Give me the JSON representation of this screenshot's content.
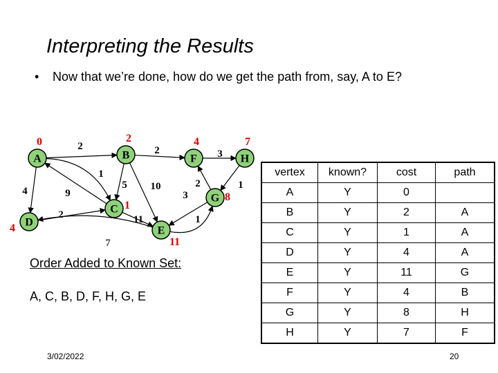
{
  "slide": {
    "title": "Interpreting the Results",
    "bullet": "Now that we’re done, how do we get the path from, say, A to E?",
    "bullet_marker": "•",
    "date": "3/02/2022",
    "page_number": "20"
  },
  "graph": {
    "nodes": [
      {
        "id": "A",
        "label": "A",
        "cost": "0"
      },
      {
        "id": "B",
        "label": "B",
        "cost": "2"
      },
      {
        "id": "C",
        "label": "C",
        "cost": "1"
      },
      {
        "id": "D",
        "label": "D",
        "cost": "4"
      },
      {
        "id": "E",
        "label": "E",
        "cost": "11"
      },
      {
        "id": "F",
        "label": "F",
        "cost": "4"
      },
      {
        "id": "G",
        "label": "G",
        "cost": "8"
      },
      {
        "id": "H",
        "label": "H",
        "cost": "7"
      }
    ],
    "edges": [
      {
        "from": "A",
        "to": "B",
        "weight": "2"
      },
      {
        "from": "B",
        "to": "F",
        "weight": "2"
      },
      {
        "from": "F",
        "to": "H",
        "weight": "3"
      },
      {
        "from": "H",
        "to": "G",
        "weight": "1"
      },
      {
        "from": "G",
        "to": "F",
        "weight": "2"
      },
      {
        "from": "G",
        "to": "E",
        "weight": "3"
      },
      {
        "from": "E",
        "to": "G",
        "weight": "1"
      },
      {
        "from": "A",
        "to": "C",
        "weight": "1"
      },
      {
        "from": "B",
        "to": "C",
        "weight": "5"
      },
      {
        "from": "B",
        "to": "E",
        "weight": "10"
      },
      {
        "from": "C",
        "to": "A",
        "weight": "9"
      },
      {
        "from": "A",
        "to": "D",
        "weight": "4"
      },
      {
        "from": "D",
        "to": "C",
        "weight": "2"
      },
      {
        "from": "C",
        "to": "E",
        "weight": "11"
      },
      {
        "from": "E",
        "to": "D",
        "weight": "7"
      }
    ],
    "colors": {
      "node_fill": "#8fd27a",
      "cost": "#e00000",
      "edge": "#000000"
    }
  },
  "order": {
    "heading": "Order Added to Known Set:",
    "list": "A, C, B, D, F, H, G, E"
  },
  "table": {
    "headers": [
      "vertex",
      "known?",
      "cost",
      "path"
    ],
    "rows": [
      [
        "A",
        "Y",
        "0",
        ""
      ],
      [
        "B",
        "Y",
        "2",
        "A"
      ],
      [
        "C",
        "Y",
        "1",
        "A"
      ],
      [
        "D",
        "Y",
        "4",
        "A"
      ],
      [
        "E",
        "Y",
        "11",
        "G"
      ],
      [
        "F",
        "Y",
        "4",
        "B"
      ],
      [
        "G",
        "Y",
        "8",
        "H"
      ],
      [
        "H",
        "Y",
        "7",
        "F"
      ]
    ]
  }
}
